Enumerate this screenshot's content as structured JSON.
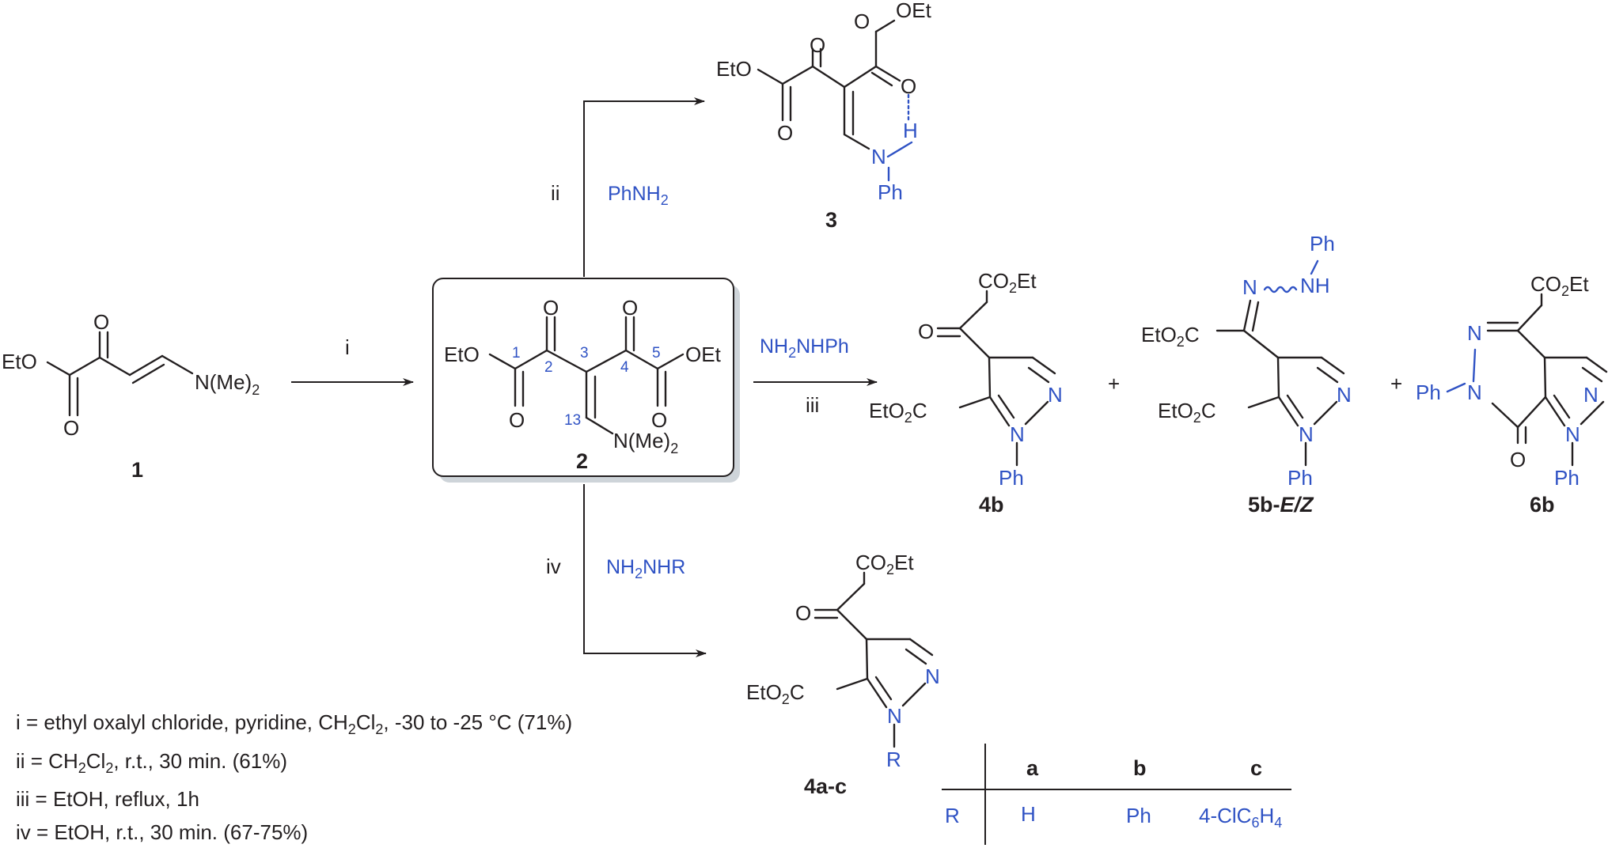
{
  "compound_labels": {
    "c1": "1",
    "c2": "2",
    "c3": "3",
    "c4b": "4b",
    "c5b": "5b-",
    "c5b_ez": "E/Z",
    "c6b": "6b",
    "c4ac": "4a-c"
  },
  "step_labels": {
    "i": "i",
    "ii": "ii",
    "iii": "iii",
    "iv": "iv"
  },
  "reagents": {
    "ii": "PhNH2",
    "iii": "NH2NHPh",
    "iv": "NH2NHR"
  },
  "atom_labels": {
    "eto": "EtO",
    "oet": "OEt",
    "o": "O",
    "nme2": "N(Me)2",
    "n": "N",
    "nh": "NH",
    "h": "H",
    "ph": "Ph",
    "r": "R",
    "co2et": "CO2Et",
    "eto2c": "EtO2C",
    "plus": "+"
  },
  "carbon_numbers": [
    "1",
    "2",
    "3",
    "4",
    "5",
    "13"
  ],
  "conditions": [
    "i = ethyl oxalyl chloride, pyridine, CH2Cl2, -30 to -25 °C (71%)",
    "ii = CH2Cl2, r.t., 30 min. (61%)",
    "iii = EtOH, reflux, 1h",
    "iv = EtOH, r.t., 30 min. (67-75%)"
  ],
  "substituent_table": {
    "row_header": "R",
    "columns": [
      "a",
      "b",
      "c"
    ],
    "values": [
      "H",
      "Ph",
      "4-ClC6H4"
    ]
  },
  "colors": {
    "ink": "#231f20",
    "accent_blue": "#2f52c4",
    "box_shadow": "#b9c2c9"
  }
}
